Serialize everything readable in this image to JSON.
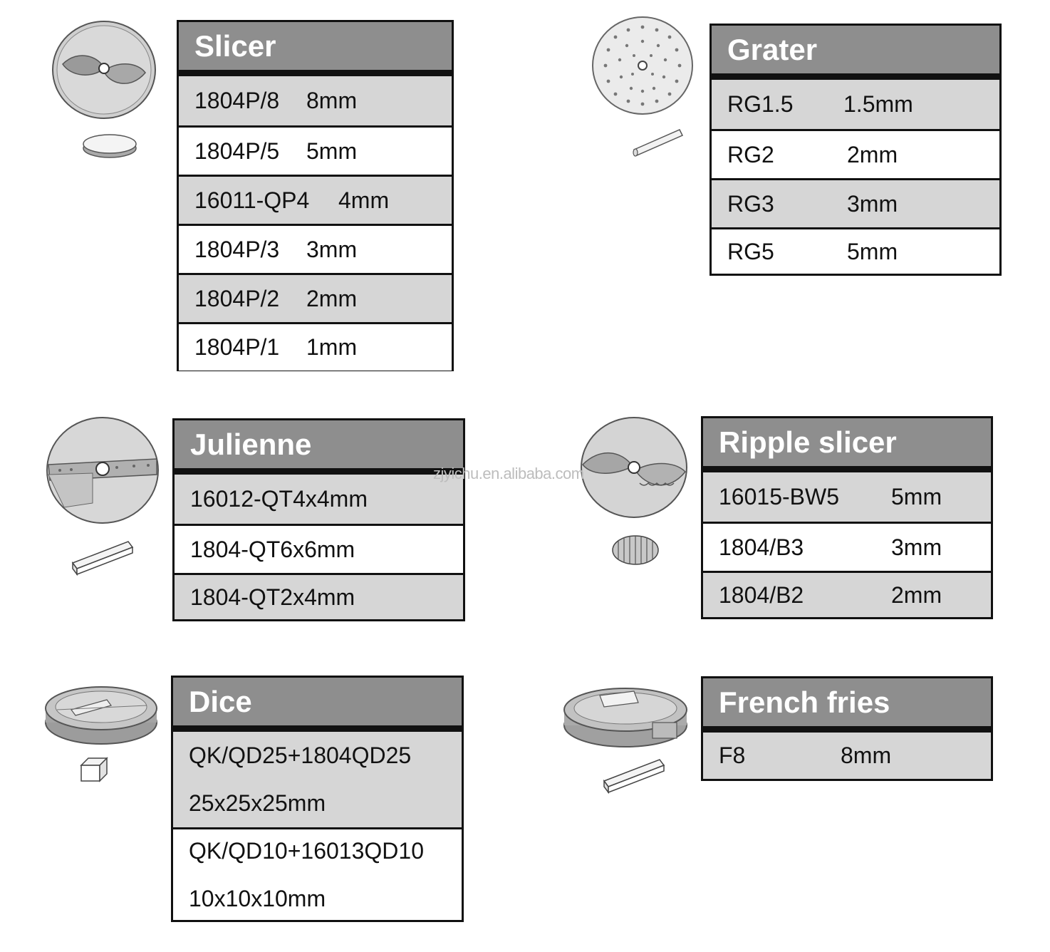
{
  "watermark": "zjyichu.en.alibaba.com",
  "slicer": {
    "title": "Slicer",
    "rows": [
      {
        "code": "1804P/8",
        "size": "8mm"
      },
      {
        "code": "1804P/5",
        "size": "5mm"
      },
      {
        "code": "16011-QP4",
        "size": "4mm"
      },
      {
        "code": "1804P/3",
        "size": "3mm"
      },
      {
        "code": "1804P/2",
        "size": "2mm"
      },
      {
        "code": "1804P/1",
        "size": "1mm"
      }
    ]
  },
  "grater": {
    "title": "Grater",
    "rows": [
      {
        "code": "RG1.5",
        "size": "1.5mm"
      },
      {
        "code": "RG2",
        "size": "2mm"
      },
      {
        "code": "RG3",
        "size": "3mm"
      },
      {
        "code": "RG5",
        "size": "5mm"
      }
    ]
  },
  "julienne": {
    "title": "Julienne",
    "rows": [
      {
        "text": "16012-QT4x4mm"
      },
      {
        "text": "1804-QT6x6mm"
      },
      {
        "text": "1804-QT2x4mm"
      }
    ]
  },
  "ripple_slicer": {
    "title": "Ripple slicer",
    "rows": [
      {
        "code": "16015-BW5",
        "size": "5mm"
      },
      {
        "code": "1804/B3",
        "size": "3mm"
      },
      {
        "code": "1804/B2",
        "size": "2mm"
      }
    ]
  },
  "dice": {
    "title": "Dice",
    "rows": [
      {
        "line1": "QK/QD25+1804QD25",
        "line2": "25x25x25mm"
      },
      {
        "line1": "QK/QD10+16013QD10",
        "line2": "10x10x10mm"
      }
    ]
  },
  "french_fries": {
    "title": "French fries",
    "rows": [
      {
        "code": "F8",
        "size": "8mm"
      }
    ]
  },
  "colors": {
    "header_bg": "#8e8e8e",
    "shaded_row": "#d6d6d6",
    "border": "#111111"
  },
  "icons": [
    "slicer-disc-icon",
    "round-slice-icon",
    "grater-disc-icon",
    "shred-stick-icon",
    "julienne-disc-icon",
    "julienne-stick-icon",
    "ripple-disc-icon",
    "ripple-slice-icon",
    "dice-disc-icon",
    "dice-cube-icon",
    "fries-disc-icon",
    "fries-stick-icon"
  ]
}
